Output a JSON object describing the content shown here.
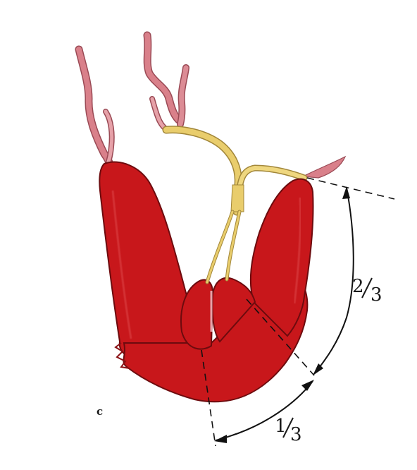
{
  "diagram": {
    "panel_label": "c",
    "fraction_upper": {
      "numerator": "2",
      "denominator": "3"
    },
    "fraction_lower": {
      "numerator": "1",
      "denominator": "3"
    },
    "colors": {
      "organ": "#c8171b",
      "organ_edge": "#6d0b0e",
      "vessel_pink": "#d9808a",
      "duct_yellow": "#e9cd6c",
      "duct_edge": "#a2873a",
      "line": "#111111"
    }
  }
}
